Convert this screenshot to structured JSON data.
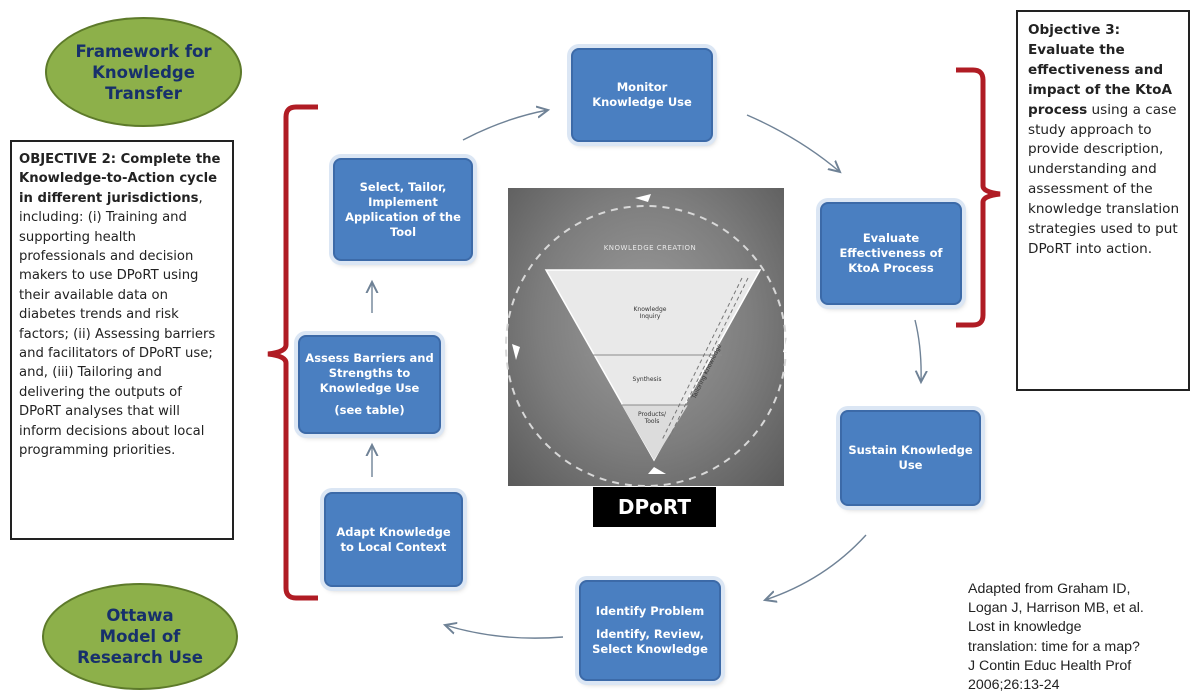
{
  "framework_label": "Framework for\nKnowledge\nTransfer",
  "ottawa_label": "Ottawa\nModel of\nResearch Use",
  "objective2": {
    "bold_text": "OBJECTIVE 2: Complete the Knowledge-to-Action cycle in different jurisdictions",
    "body_text": ", including: (i) Training and supporting health professionals and decision makers to use DPoRT using their available data on diabetes trends and risk factors; (ii) Assessing barriers and facilitators of DPoRT use; and, (iii) Tailoring and delivering the outputs of DPoRT analyses that will inform decisions about local programming priorities."
  },
  "objective3": {
    "bold_text": "Objective 3: Evaluate the effectiveness and impact of the KtoA process",
    "body_text": " using a case study approach to provide description, understanding and assessment of the knowledge translation strategies used to put DPoRT into action."
  },
  "steps": {
    "monitor": "Monitor\nKnowledge Use",
    "evaluate": "Evaluate\nEffectiveness of\nKtoA Process",
    "sustain": "Sustain Knowledge\nUse",
    "identify_line1": "Identify Problem",
    "identify_line2": "Identify, Review,\nSelect Knowledge",
    "adapt": "Adapt Knowledge\nto Local Context",
    "assess_line1": "Assess Barriers and\nStrengths  to\nKnowledge Use",
    "assess_line2": "(see table)",
    "select": "Select, Tailor,\nImplement\nApplication of the\nTool"
  },
  "center": {
    "knowledge_creation": "KNOWLEDGE CREATION",
    "knowledge_inquiry": "Knowledge\nInquiry",
    "synthesis": "Synthesis",
    "products_tools": "Products/\nTools",
    "tailoring": "Tailoring Knowledge",
    "label": "DPoRT"
  },
  "citation": "Adapted from Graham ID,\nLogan J, Harrison MB, et al.\nLost in knowledge\ntranslation: time for a map?\nJ Contin Educ Health Prof\n2006;26:13-24",
  "colors": {
    "step_fill": "#4a7fc1",
    "ellipse_fill": "#8db04a",
    "bracket": "#b01c24",
    "arrow": "#6f8296"
  }
}
